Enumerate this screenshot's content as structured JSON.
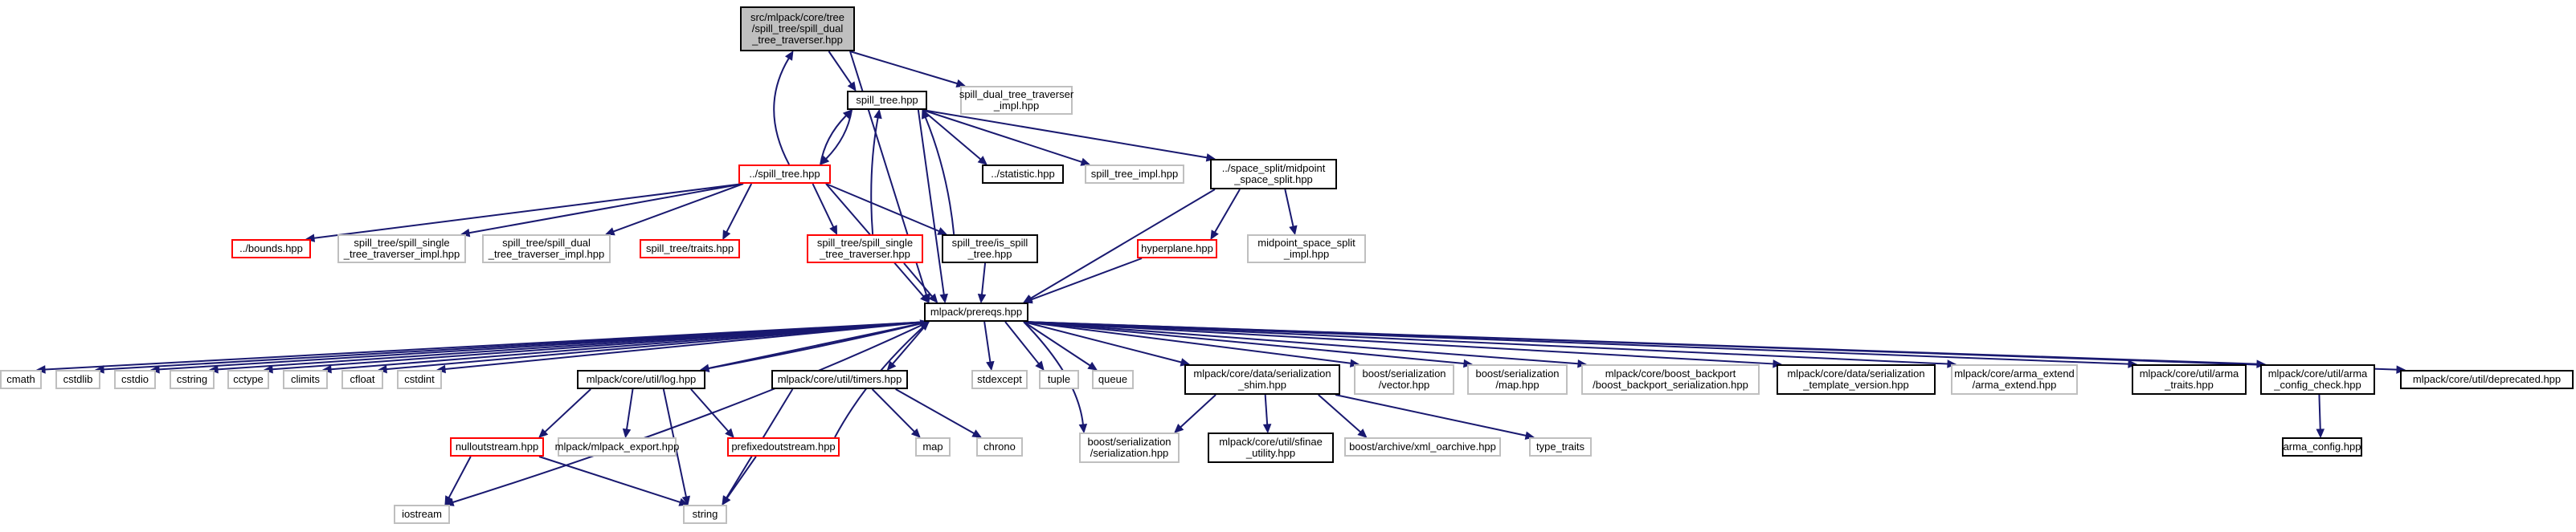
{
  "colors": {
    "edge": "#191970",
    "border_normal": "#000000",
    "border_truncated": "#ff0000",
    "border_external": "#bfbfbf",
    "fill_focus": "#bfbfbf",
    "fill_normal": "#ffffff"
  },
  "nodes": [
    {
      "id": "root",
      "lines": [
        "src/mlpack/core/tree",
        "/spill_tree/spill_dual",
        "_tree_traverser.hpp"
      ],
      "kind": "focus"
    },
    {
      "id": "spill_tree",
      "lines": [
        "spill_tree.hpp"
      ],
      "kind": "normal"
    },
    {
      "id": "dual_impl",
      "lines": [
        "spill_dual_tree_traverser",
        "_impl.hpp"
      ],
      "kind": "external"
    },
    {
      "id": "up_spill_tree",
      "lines": [
        "../spill_tree.hpp"
      ],
      "kind": "truncated"
    },
    {
      "id": "statistic",
      "lines": [
        "../statistic.hpp"
      ],
      "kind": "normal"
    },
    {
      "id": "spill_tree_impl",
      "lines": [
        "spill_tree_impl.hpp"
      ],
      "kind": "external"
    },
    {
      "id": "midpoint",
      "lines": [
        "../space_split/midpoint",
        "_space_split.hpp"
      ],
      "kind": "normal"
    },
    {
      "id": "bounds",
      "lines": [
        "../bounds.hpp"
      ],
      "kind": "truncated"
    },
    {
      "id": "single_impl",
      "lines": [
        "spill_tree/spill_single",
        "_tree_traverser_impl.hpp"
      ],
      "kind": "external"
    },
    {
      "id": "dual_impl2",
      "lines": [
        "spill_tree/spill_dual",
        "_tree_traverser_impl.hpp"
      ],
      "kind": "external"
    },
    {
      "id": "traits",
      "lines": [
        "spill_tree/traits.hpp"
      ],
      "kind": "truncated"
    },
    {
      "id": "single_trav",
      "lines": [
        "spill_tree/spill_single",
        "_tree_traverser.hpp"
      ],
      "kind": "truncated"
    },
    {
      "id": "is_spill",
      "lines": [
        "spill_tree/is_spill",
        "_tree.hpp"
      ],
      "kind": "normal"
    },
    {
      "id": "hyperplane",
      "lines": [
        "hyperplane.hpp"
      ],
      "kind": "truncated"
    },
    {
      "id": "midpoint_impl",
      "lines": [
        "midpoint_space_split",
        "_impl.hpp"
      ],
      "kind": "external"
    },
    {
      "id": "prereqs",
      "lines": [
        "mlpack/prereqs.hpp"
      ],
      "kind": "normal"
    },
    {
      "id": "cmath",
      "lines": [
        "cmath"
      ],
      "kind": "external"
    },
    {
      "id": "cstdlib",
      "lines": [
        "cstdlib"
      ],
      "kind": "external"
    },
    {
      "id": "cstdio",
      "lines": [
        "cstdio"
      ],
      "kind": "external"
    },
    {
      "id": "cstring",
      "lines": [
        "cstring"
      ],
      "kind": "external"
    },
    {
      "id": "cctype",
      "lines": [
        "cctype"
      ],
      "kind": "external"
    },
    {
      "id": "climits",
      "lines": [
        "climits"
      ],
      "kind": "external"
    },
    {
      "id": "cfloat",
      "lines": [
        "cfloat"
      ],
      "kind": "external"
    },
    {
      "id": "cstdint",
      "lines": [
        "cstdint"
      ],
      "kind": "external"
    },
    {
      "id": "log",
      "lines": [
        "mlpack/core/util/log.hpp"
      ],
      "kind": "normal"
    },
    {
      "id": "timers",
      "lines": [
        "mlpack/core/util/timers.hpp"
      ],
      "kind": "normal"
    },
    {
      "id": "stdexcept",
      "lines": [
        "stdexcept"
      ],
      "kind": "external"
    },
    {
      "id": "tuple",
      "lines": [
        "tuple"
      ],
      "kind": "external"
    },
    {
      "id": "queue",
      "lines": [
        "queue"
      ],
      "kind": "external"
    },
    {
      "id": "ser_shim",
      "lines": [
        "mlpack/core/data/serialization",
        "_shim.hpp"
      ],
      "kind": "normal"
    },
    {
      "id": "boost_vector",
      "lines": [
        "boost/serialization",
        "/vector.hpp"
      ],
      "kind": "external"
    },
    {
      "id": "boost_map",
      "lines": [
        "boost/serialization",
        "/map.hpp"
      ],
      "kind": "external"
    },
    {
      "id": "boost_backport",
      "lines": [
        "mlpack/core/boost_backport",
        "/boost_backport_serialization.hpp"
      ],
      "kind": "external"
    },
    {
      "id": "ser_template",
      "lines": [
        "mlpack/core/data/serialization",
        "_template_version.hpp"
      ],
      "kind": "normal"
    },
    {
      "id": "arma_extend",
      "lines": [
        "mlpack/core/arma_extend",
        "/arma_extend.hpp"
      ],
      "kind": "external"
    },
    {
      "id": "arma_traits",
      "lines": [
        "mlpack/core/util/arma",
        "_traits.hpp"
      ],
      "kind": "normal"
    },
    {
      "id": "arma_config_check",
      "lines": [
        "mlpack/core/util/arma",
        "_config_check.hpp"
      ],
      "kind": "normal"
    },
    {
      "id": "deprecated",
      "lines": [
        "mlpack/core/util/deprecated.hpp"
      ],
      "kind": "normal"
    },
    {
      "id": "nullout",
      "lines": [
        "nulloutstream.hpp"
      ],
      "kind": "truncated"
    },
    {
      "id": "export",
      "lines": [
        "mlpack/mlpack_export.hpp"
      ],
      "kind": "external"
    },
    {
      "id": "prefixed",
      "lines": [
        "prefixedoutstream.hpp"
      ],
      "kind": "truncated"
    },
    {
      "id": "map",
      "lines": [
        "map"
      ],
      "kind": "external"
    },
    {
      "id": "chrono",
      "lines": [
        "chrono"
      ],
      "kind": "external"
    },
    {
      "id": "boost_ser",
      "lines": [
        "boost/serialization",
        "/serialization.hpp"
      ],
      "kind": "external"
    },
    {
      "id": "sfinae",
      "lines": [
        "mlpack/core/util/sfinae",
        "_utility.hpp"
      ],
      "kind": "normal"
    },
    {
      "id": "xml_oarchive",
      "lines": [
        "boost/archive/xml_oarchive.hpp"
      ],
      "kind": "external"
    },
    {
      "id": "type_traits",
      "lines": [
        "type_traits"
      ],
      "kind": "external"
    },
    {
      "id": "arma_config",
      "lines": [
        "arma_config.hpp"
      ],
      "kind": "normal"
    },
    {
      "id": "iostream",
      "lines": [
        "iostream"
      ],
      "kind": "external"
    },
    {
      "id": "string",
      "lines": [
        "string"
      ],
      "kind": "external"
    }
  ]
}
